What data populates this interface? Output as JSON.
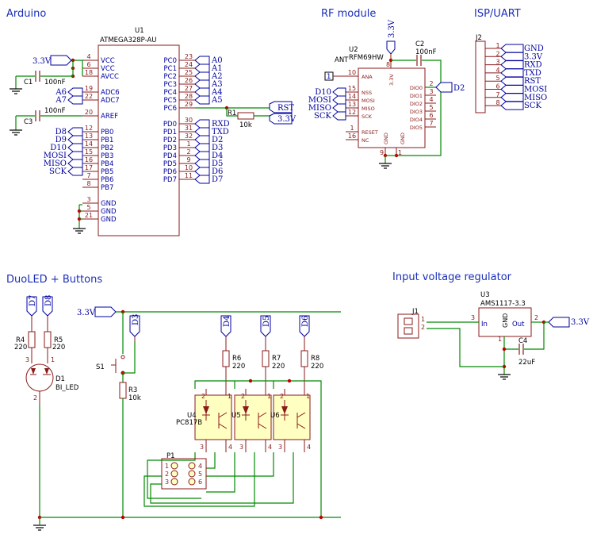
{
  "sections": {
    "arduino": "Arduino",
    "rf": "RF module",
    "isp": "ISP/UART",
    "duoled": "DuoLED + Buttons",
    "regulator": "Input voltage regulator"
  },
  "u1": {
    "ref": "U1",
    "value": "ATMEGA328P-AU",
    "left_pins": [
      {
        "num": "4",
        "name": "VCC"
      },
      {
        "num": "6",
        "name": "VCC"
      },
      {
        "num": "18",
        "name": "AVCC"
      },
      {
        "num": "19",
        "name": "ADC6"
      },
      {
        "num": "22",
        "name": "ADC7"
      },
      {
        "num": "20",
        "name": "AREF"
      },
      {
        "num": "12",
        "name": "PB0"
      },
      {
        "num": "13",
        "name": "PB1"
      },
      {
        "num": "14",
        "name": "PB2"
      },
      {
        "num": "15",
        "name": "PB3"
      },
      {
        "num": "16",
        "name": "PB4"
      },
      {
        "num": "17",
        "name": "PB5"
      },
      {
        "num": "7",
        "name": "PB6"
      },
      {
        "num": "8",
        "name": "PB7"
      },
      {
        "num": "3",
        "name": "GND"
      },
      {
        "num": "5",
        "name": "GND"
      },
      {
        "num": "21",
        "name": "GND"
      }
    ],
    "right_pins": [
      {
        "num": "23",
        "name": "PC0"
      },
      {
        "num": "24",
        "name": "PC1"
      },
      {
        "num": "25",
        "name": "PC2"
      },
      {
        "num": "26",
        "name": "PC3"
      },
      {
        "num": "27",
        "name": "PC4"
      },
      {
        "num": "28",
        "name": "PC5"
      },
      {
        "num": "29",
        "name": "PC6"
      },
      {
        "num": "30",
        "name": "PD0"
      },
      {
        "num": "31",
        "name": "PD1"
      },
      {
        "num": "32",
        "name": "PD2"
      },
      {
        "num": "1",
        "name": "PD3"
      },
      {
        "num": "2",
        "name": "PD4"
      },
      {
        "num": "9",
        "name": "PD5"
      },
      {
        "num": "10",
        "name": "PD6"
      },
      {
        "num": "11",
        "name": "PD7"
      }
    ],
    "left_labels": [
      "3.3V",
      "A6",
      "A7",
      "D8",
      "D9",
      "D10",
      "MOSI",
      "MISO",
      "SCK"
    ],
    "right_labels": [
      "A0",
      "A1",
      "A2",
      "A3",
      "A4",
      "A5",
      "RXD",
      "TXD",
      "D2",
      "D3",
      "D4",
      "D5",
      "D6",
      "D7"
    ]
  },
  "c1": {
    "ref": "C1",
    "value": "100nF"
  },
  "c3": {
    "ref": "C3",
    "value": "100nF"
  },
  "r1": {
    "ref": "R1",
    "value": "10k",
    "net_rst": "RST",
    "net_v": "3.3V"
  },
  "u2": {
    "ref": "U2",
    "value": "RFM69HW",
    "ant": "ANT",
    "ant_pin": "1",
    "left_pins": [
      {
        "num": "10",
        "name": "ANA"
      },
      {
        "num": "15",
        "name": "NSS"
      },
      {
        "num": "14",
        "name": "MOSI"
      },
      {
        "num": "13",
        "name": "MISO"
      },
      {
        "num": "12",
        "name": "SCK"
      },
      {
        "num": "1",
        "name": "RESET"
      },
      {
        "num": "16",
        "name": "NC"
      }
    ],
    "right_pins": [
      {
        "num": "2",
        "name": "DIO0"
      },
      {
        "num": "3",
        "name": "DIO1"
      },
      {
        "num": "4",
        "name": "DIO2"
      },
      {
        "num": "5",
        "name": "DIO3"
      },
      {
        "num": "6",
        "name": "DIO4"
      },
      {
        "num": "7",
        "name": "DIO5"
      }
    ],
    "top_pin": {
      "num": "8",
      "name": "3.3V"
    },
    "bot_pins": [
      {
        "num": "9",
        "name": "GND"
      },
      {
        "num": "1",
        "name": "GND"
      }
    ],
    "labels": [
      "D10",
      "MOSI",
      "MISO",
      "SCK",
      "D2",
      "3.3V"
    ]
  },
  "c2": {
    "ref": "C2",
    "value": "100nF"
  },
  "j2": {
    "ref": "J2",
    "pins": [
      {
        "num": "1",
        "net": "GND"
      },
      {
        "num": "2",
        "net": "3.3V"
      },
      {
        "num": "3",
        "net": "RXD"
      },
      {
        "num": "4",
        "net": "TXD"
      },
      {
        "num": "5",
        "net": "RST"
      },
      {
        "num": "6",
        "net": "MOSI"
      },
      {
        "num": "7",
        "net": "MISO"
      },
      {
        "num": "8",
        "net": "SCK"
      }
    ]
  },
  "duo": {
    "d7": "D7",
    "d8": "D8",
    "r4": {
      "ref": "R4",
      "value": "220"
    },
    "r5": {
      "ref": "R5",
      "value": "220"
    },
    "d1": {
      "ref": "D1",
      "value": "BI_LED"
    },
    "v33": "3.3V",
    "d3": "D3",
    "s1": "S1",
    "r3": {
      "ref": "R3",
      "value": "10k"
    },
    "d4": "D4",
    "d5": "D5",
    "d6": "D6",
    "r6": {
      "ref": "R6",
      "value": "220"
    },
    "r7": {
      "ref": "R7",
      "value": "220"
    },
    "r8": {
      "ref": "R8",
      "value": "220"
    },
    "u4": {
      "ref": "U4",
      "value": "PC817B"
    },
    "u5": "U5",
    "u6": "U6",
    "p1": "P1"
  },
  "reg": {
    "u3": {
      "ref": "U3",
      "value": "AMS1117-3.3",
      "in": "In",
      "out": "Out",
      "gnd": "GND"
    },
    "j1": "J1",
    "c4": {
      "ref": "C4",
      "value": "22uF"
    },
    "v33": "3.3V"
  },
  "colors": {
    "wire": "#008a00",
    "body": "#8b1a1a",
    "label": "#0000a0",
    "section": "#1a2fb8",
    "junction": "#c00000",
    "fill": "#ffffc2"
  }
}
